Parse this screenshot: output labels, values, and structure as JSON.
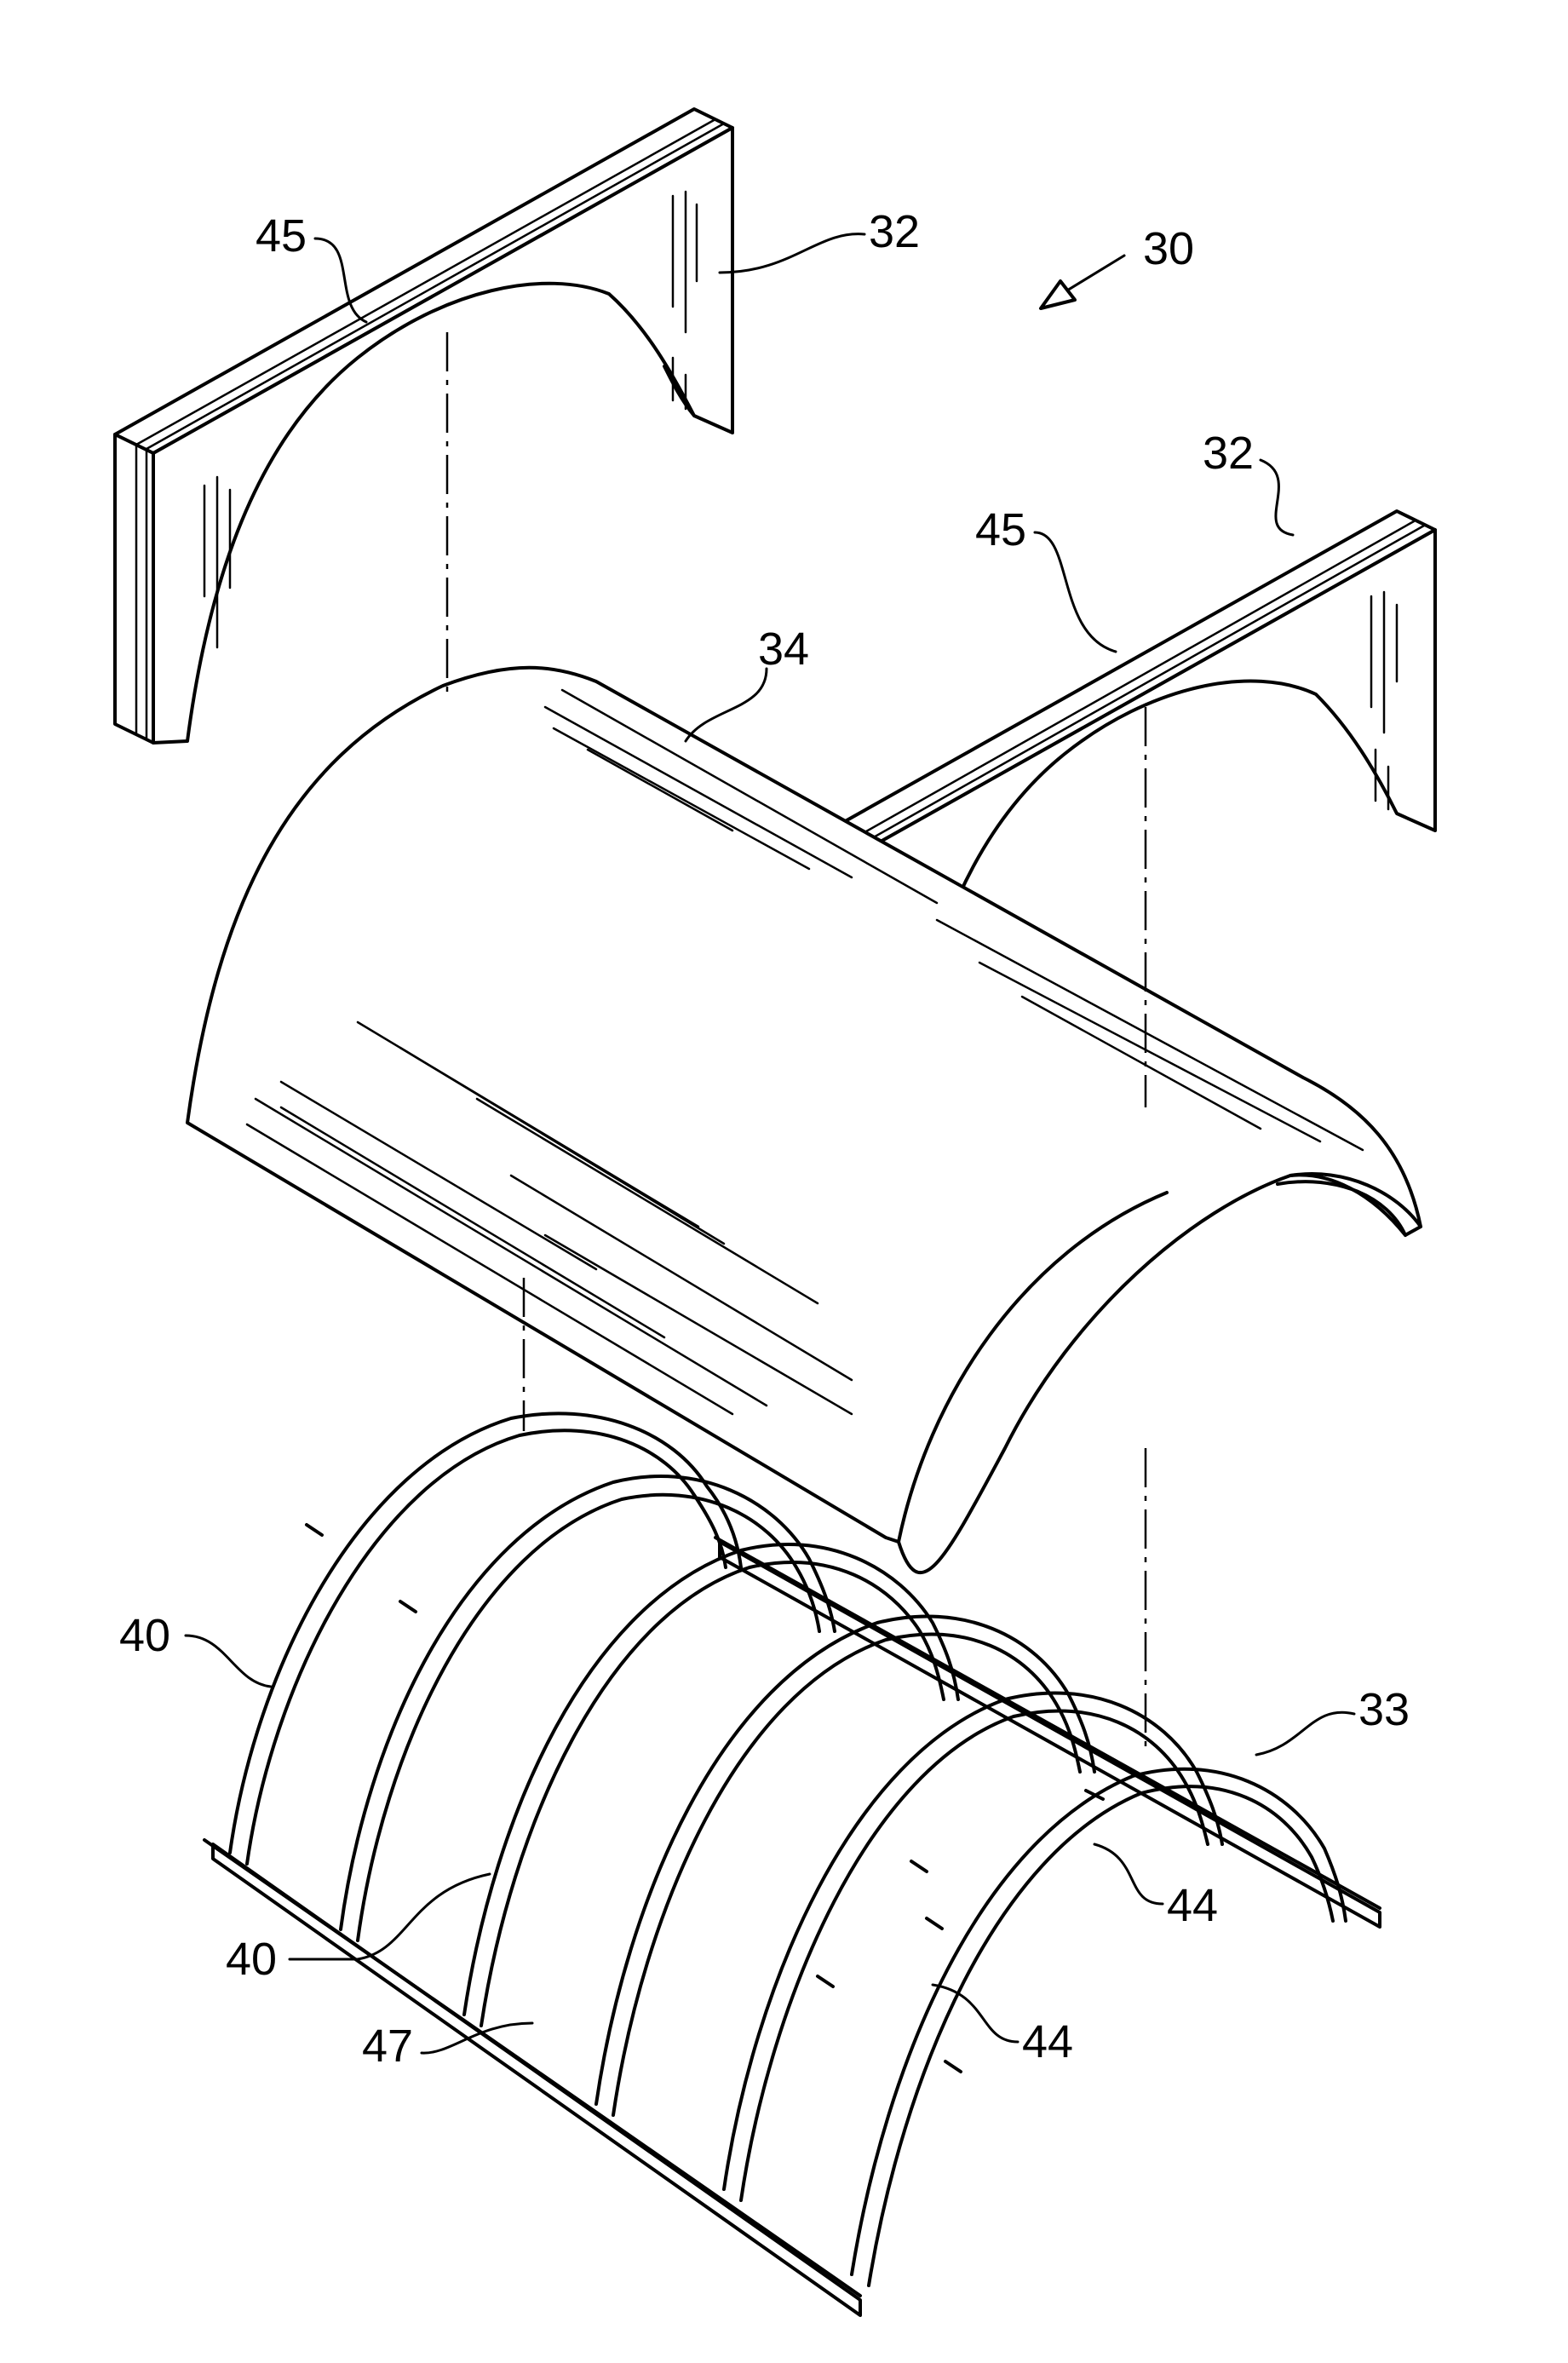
{
  "figure": {
    "assembly_ref": "30",
    "labels": {
      "end_wall_left": "32",
      "end_wall_right": "32",
      "groove_left": "45",
      "groove_right": "45",
      "roof_panel": "34",
      "rib_left": "40",
      "rib_middle": "40",
      "base_channel_right": "33",
      "splice_upper": "44",
      "splice_lower": "44",
      "base_channel_left": "47"
    }
  }
}
